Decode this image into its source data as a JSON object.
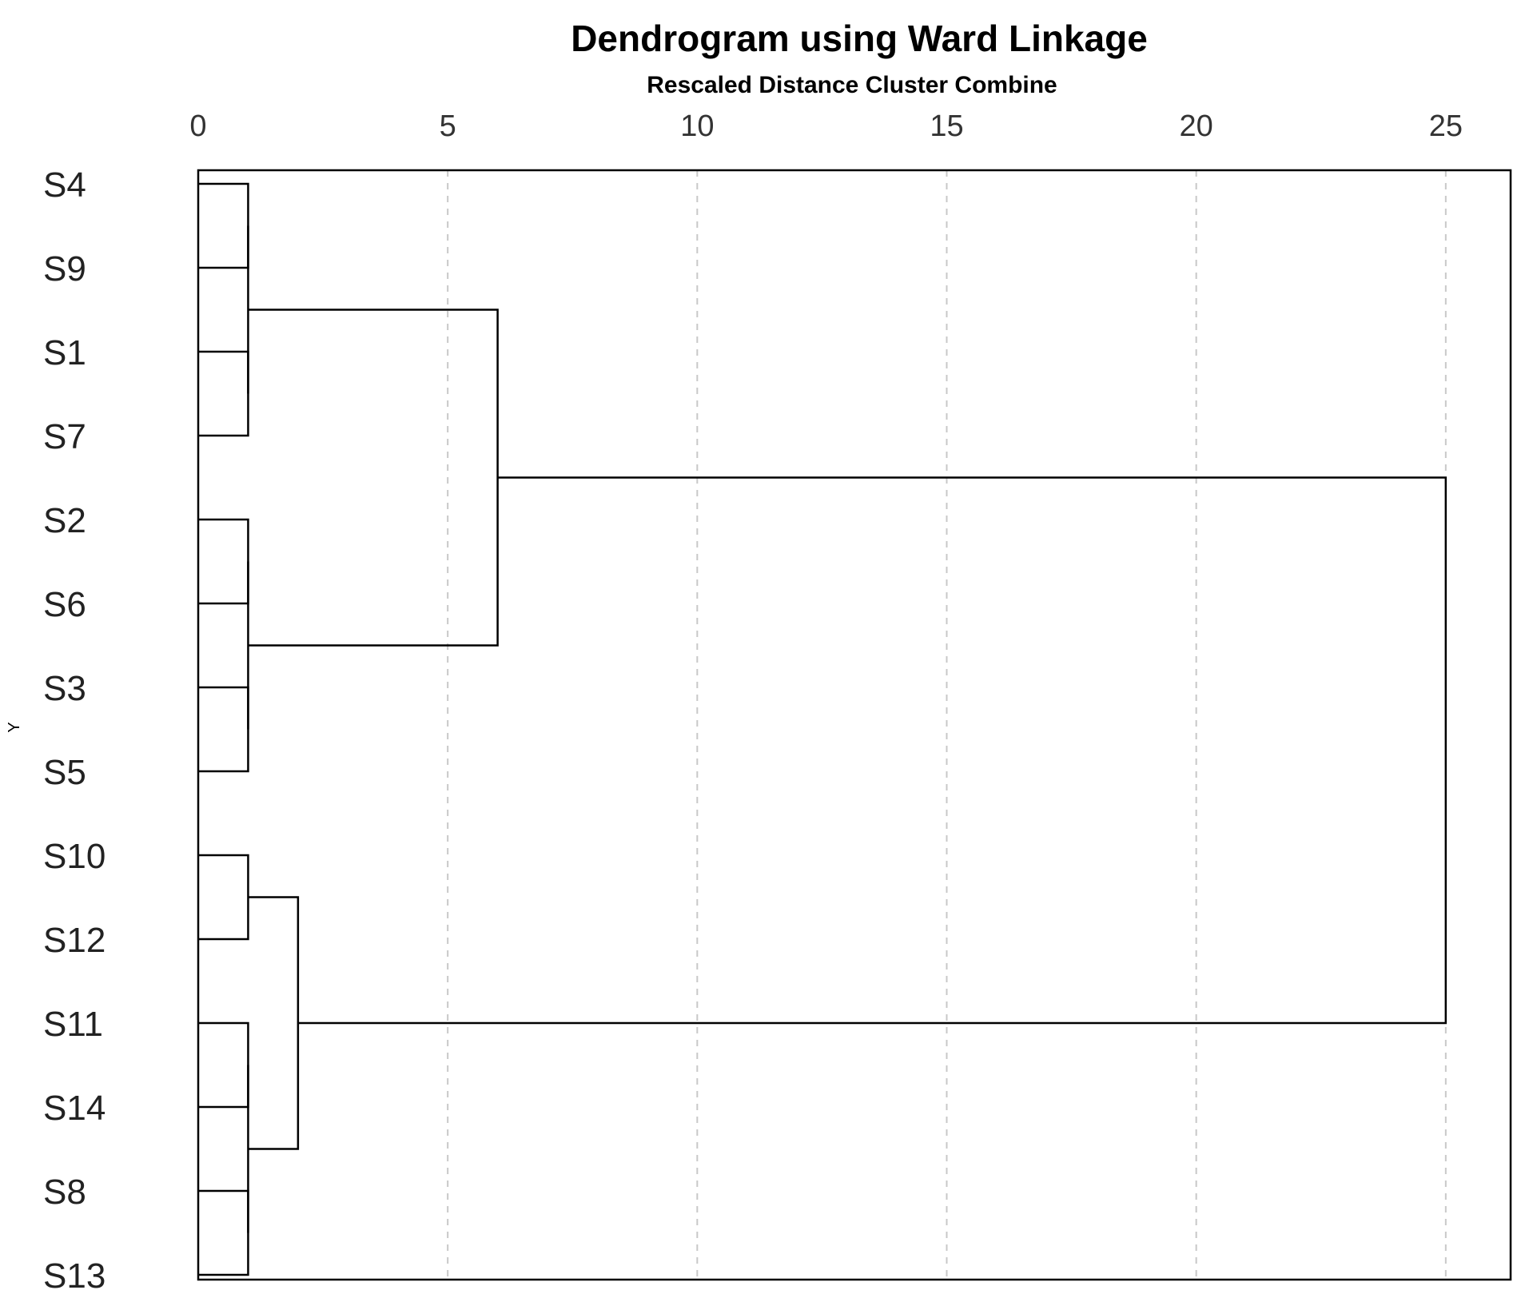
{
  "chart_data": {
    "type": "dendrogram",
    "title": "Dendrogram using Ward Linkage",
    "subtitle": "Rescaled Distance Cluster Combine",
    "ylabel": "Y",
    "xlim": [
      0,
      26.3
    ],
    "xticks": [
      0,
      5,
      10,
      15,
      20,
      25
    ],
    "grid": true,
    "leaves": [
      "S4",
      "S9",
      "S1",
      "S7",
      "S2",
      "S6",
      "S3",
      "S5",
      "S10",
      "S12",
      "S11",
      "S14",
      "S8",
      "S13"
    ],
    "merges": [
      {
        "id": "c1",
        "a": "S4",
        "b": "S9",
        "distance": 1
      },
      {
        "id": "c2",
        "a": "S1",
        "b": "S7",
        "distance": 1
      },
      {
        "id": "c3",
        "a": "c1",
        "b": "c2",
        "distance": 1
      },
      {
        "id": "c4",
        "a": "S2",
        "b": "S6",
        "distance": 1
      },
      {
        "id": "c5",
        "a": "S3",
        "b": "S5",
        "distance": 1
      },
      {
        "id": "c6",
        "a": "c4",
        "b": "c5",
        "distance": 1
      },
      {
        "id": "c7",
        "a": "c3",
        "b": "c6",
        "distance": 6
      },
      {
        "id": "c8",
        "a": "S10",
        "b": "S12",
        "distance": 1
      },
      {
        "id": "c9",
        "a": "S11",
        "b": "S14",
        "distance": 1
      },
      {
        "id": "c10",
        "a": "S8",
        "b": "S13",
        "distance": 1
      },
      {
        "id": "c11",
        "a": "c9",
        "b": "c10",
        "distance": 1
      },
      {
        "id": "c12",
        "a": "c8",
        "b": "c11",
        "distance": 2
      },
      {
        "id": "c13",
        "a": "c7",
        "b": "c12",
        "distance": 25
      }
    ]
  }
}
